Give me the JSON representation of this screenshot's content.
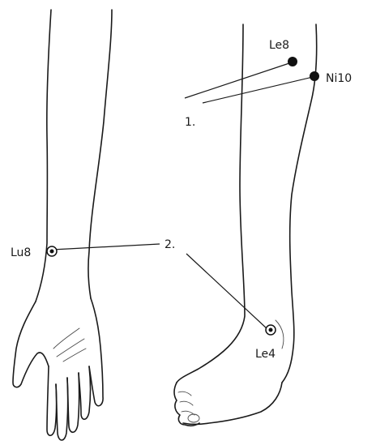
{
  "points": [
    {
      "id": "Le8",
      "label": "Le8",
      "marker": "solid-dot"
    },
    {
      "id": "Ni10",
      "label": "Ni10",
      "marker": "solid-dot"
    },
    {
      "id": "Lu8",
      "label": "Lu8",
      "marker": "ringed-dot"
    },
    {
      "id": "Le4",
      "label": "Le4",
      "marker": "ringed-dot"
    }
  ],
  "groups": [
    {
      "id": "group-1",
      "label": "1.",
      "points": [
        "Le8",
        "Ni10"
      ]
    },
    {
      "id": "group-2",
      "label": "2.",
      "points": [
        "Lu8",
        "Le4"
      ]
    }
  ]
}
